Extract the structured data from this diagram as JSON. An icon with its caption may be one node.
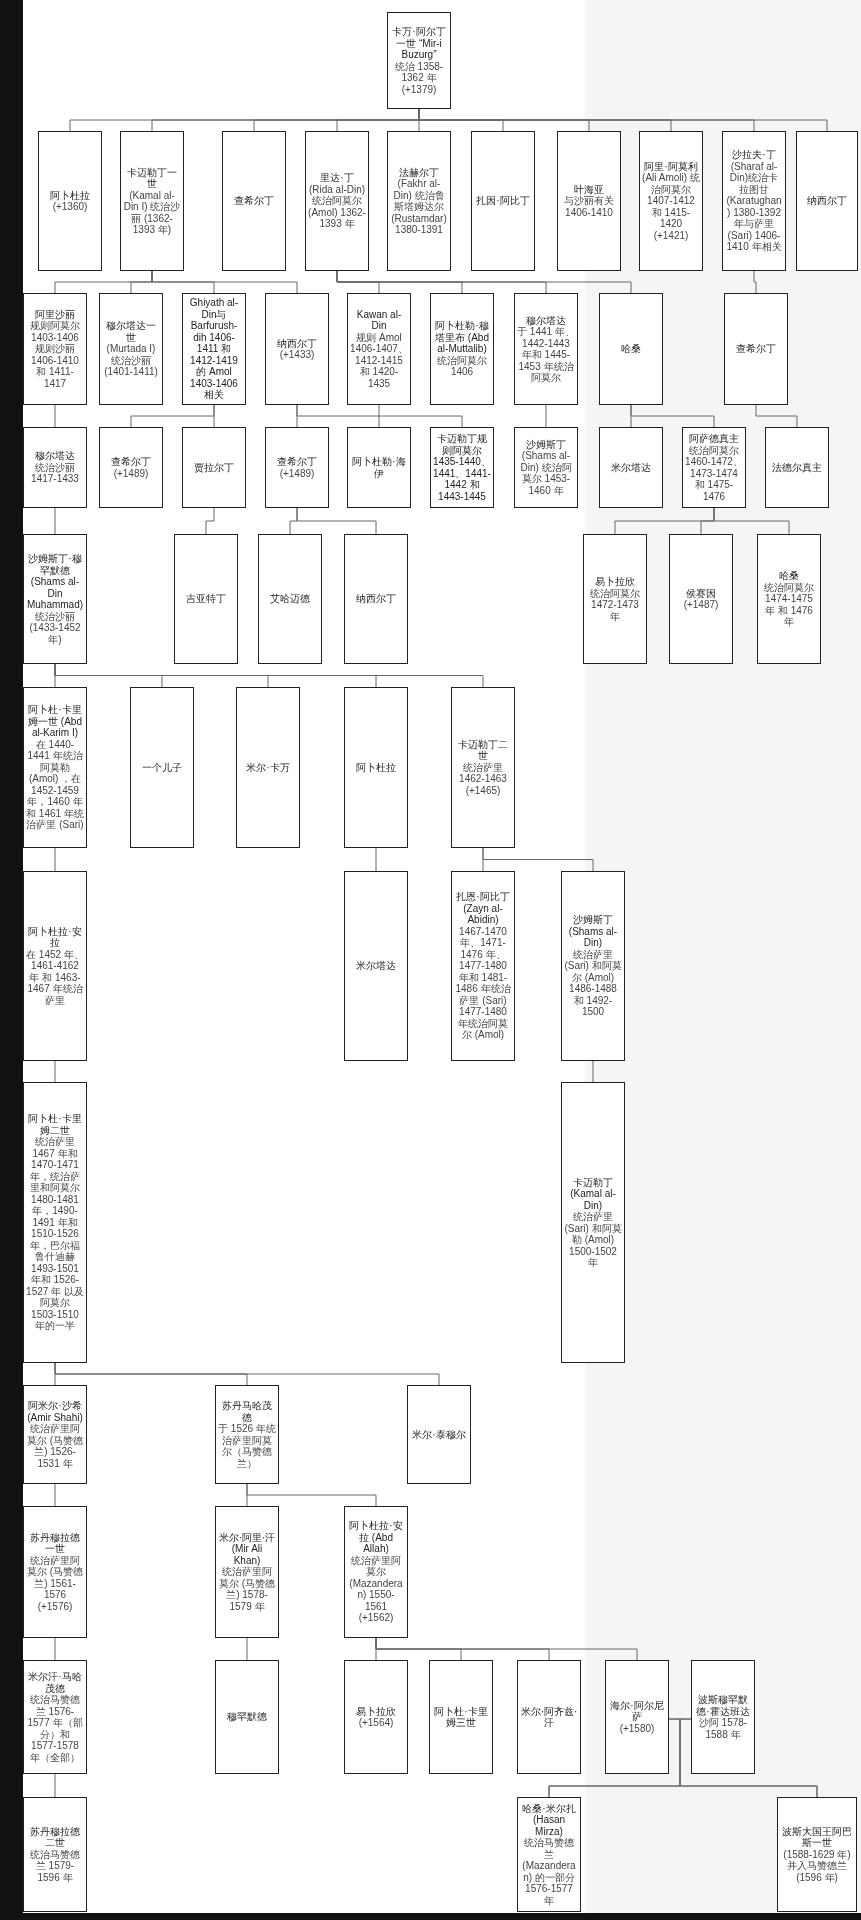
{
  "diagram": {
    "nodes": [
      {
        "text": [
          "卡万·阿尔丁一世 “Mir-i Buzurg”",
          "统治 1358-1362 年 (+1379)"
        ]
      },
      {
        "text": [
          "阿卜杜拉",
          "(+1360)"
        ]
      },
      {
        "text": [
          "卡迈勒丁一世",
          "(Kamal al-Din I) 统治沙丽 (1362-1393 年)"
        ]
      },
      {
        "text": [
          "查希尔丁"
        ]
      },
      {
        "text": [
          "里达·丁",
          "(Rida al-Din) 统治阿莫尔 (Amol) 1362-1393 年"
        ]
      },
      {
        "text": [
          "法赫尔丁",
          "(Fakhr al-Din) 统治鲁斯塔姆达尔 (Rustamdar) 1380-1391"
        ]
      },
      {
        "text": [
          "扎因·阿比丁"
        ]
      },
      {
        "text": [
          "叶海亚",
          "与沙丽有关 1406-1410"
        ]
      },
      {
        "text": [
          "阿里·阿莫利",
          "(Ali Amoli) 统治阿莫尔 1407-1412 和 1415-1420 (+1421)"
        ]
      },
      {
        "text": [
          "沙拉夫·丁",
          "(Sharaf al-Din)统治卡拉图甘 (Karatughan) 1380-1392 年与萨里 (Sari) 1406-1410 年相关"
        ]
      },
      {
        "text": [
          "纳西尔丁"
        ]
      },
      {
        "text": [
          "阿里沙丽",
          "规则阿莫尔 1403-1406 规则沙丽 1406-1410 和 1411-1417"
        ]
      },
      {
        "text": [
          "穆尔塔达一世",
          "(Murtada I)统治沙丽 (1401-1411)"
        ]
      },
      {
        "text": [
          "Ghiyath al-Din与 Barfurush-dih 1406-1411 和 1412-1419 的 Amol 1403-1406 相关"
        ]
      },
      {
        "text": [
          "纳西尔丁",
          "(+1433)"
        ]
      },
      {
        "text": [
          "Kawan al-Din",
          "规则 Amol 1406-1407、1412-1415 和 1420-1435"
        ]
      },
      {
        "text": [
          "阿卜杜勒·穆塔里布 (Abd al-Muttalib)",
          "统治阿莫尔 1406"
        ]
      },
      {
        "text": [
          "穆尔塔达",
          "于 1441 年、1442-1443 年和 1445-1453 年统治阿莫尔"
        ]
      },
      {
        "text": [
          "哈桑"
        ]
      },
      {
        "text": [
          "查希尔丁"
        ]
      },
      {
        "text": [
          "穆尔塔达",
          "统治沙丽 1417-1433"
        ]
      },
      {
        "text": [
          "查希尔丁",
          "(+1489)"
        ]
      },
      {
        "text": [
          "贾拉尔丁"
        ]
      },
      {
        "text": [
          "查希尔丁",
          "(+1489)"
        ]
      },
      {
        "text": [
          "阿卜杜勒·海伊"
        ]
      },
      {
        "text": [
          "卡迈勒丁规则阿莫尔 1435-1440、1441、1441-1442 和 1443-1445"
        ]
      },
      {
        "text": [
          "沙姆斯丁",
          "(Shams al-Din) 统治阿莫尔 1453-1460 年"
        ]
      },
      {
        "text": [
          "米尔塔达"
        ]
      },
      {
        "text": [
          "阿萨德真主",
          "统治阿莫尔 1460-1472、1473-1474 和 1475-1476"
        ]
      },
      {
        "text": [
          "法德尔真主"
        ]
      },
      {
        "text": [
          "沙姆斯丁·穆罕默德 (Shams al-Din Muhammad)",
          "统治沙丽 (1433-1452 年)"
        ]
      },
      {
        "text": [
          "吉亚特丁"
        ]
      },
      {
        "text": [
          "艾哈迈德"
        ]
      },
      {
        "text": [
          "纳西尔丁"
        ]
      },
      {
        "text": [
          "易卜拉欣",
          "统治阿莫尔 1472-1473 年"
        ]
      },
      {
        "text": [
          "侯赛因",
          "(+1487)"
        ]
      },
      {
        "text": [
          "哈桑",
          "统治阿莫尔 1474-1475 年 和 1476 年"
        ]
      },
      {
        "text": [
          "阿卜杜·卡里姆一世 (Abd al-Karim I)",
          "在 1440-1441 年统治阿莫勒 (Amol) ，在 1452-1459 年，1460 年和 1461 年统治萨里 (Sari)"
        ]
      },
      {
        "text": [
          "一个儿子"
        ]
      },
      {
        "text": [
          "米尔·卡万"
        ]
      },
      {
        "text": [
          "阿卜杜拉"
        ]
      },
      {
        "text": [
          "卡迈勒丁二世",
          "统治萨里 1462-1463 (+1465)"
        ]
      },
      {
        "text": [
          "阿卜杜拉·安拉",
          "在 1452 年、1461-4162 年 和 1463-1467 年统治萨里"
        ]
      },
      {
        "text": [
          "米尔塔达"
        ]
      },
      {
        "text": [
          "扎恩·阿比丁 (Zayn al-Abidin)",
          "1467-1470 年、1471-1476 年、1477-1480 年和 1481-1486 年统治萨里 (Sari) 1477-1480 年统治阿莫尔 (Amol)"
        ]
      },
      {
        "text": [
          "沙姆斯丁 (Shams al-Din)",
          "统治萨里 (Sari) 和阿莫尔 (Amol) 1486-1488 和 1492-1500"
        ]
      },
      {
        "text": [
          "阿卜杜·卡里姆二世",
          "统治萨里 1467 年和 1470-1471 年，统治萨里和阿莫尔 1480-1481 年，1490-1491 年和 1510-1526 年，巴尔福鲁什迪赫 1493-1501 年和 1526-1527 年 以及阿莫尔 1503-1510 年的一半"
        ]
      },
      {
        "text": [
          "卡迈勒丁 (Kamal al-Din)",
          "统治萨里 (Sari) 和阿莫勒 (Amol) 1500-1502 年"
        ]
      },
      {
        "text": [
          "阿米尔·沙希 (Amir Shahi)",
          "统治萨里阿莫尔 (马赞德兰) 1526-1531 年"
        ]
      },
      {
        "text": [
          "苏丹马哈茂德",
          "于 1526 年统治萨里阿莫尔（马赞德兰）"
        ]
      },
      {
        "text": [
          "米尔·泰穆尔"
        ]
      },
      {
        "text": [
          "苏丹穆拉德一世",
          "统治萨里阿莫尔 (马赞德兰) 1561-1576 (+1576)"
        ]
      },
      {
        "text": [
          "米尔·阿里·汗 (Mir Ali Khan)",
          "统治萨里阿莫尔 (马赞德兰) 1578-1579 年"
        ]
      },
      {
        "text": [
          "阿卜杜拉·安拉 (Abd Allah)",
          "统治萨里阿莫尔 (Mazanderan) 1550-1561 (+1562)"
        ]
      },
      {
        "text": [
          "米尔汗·马哈茂德",
          "统治马赞德兰 1576-1577 年（部分）和 1577-1578 年（全部）"
        ]
      },
      {
        "text": [
          "穆罕默德"
        ]
      },
      {
        "text": [
          "易卜拉欣",
          "(+1564)"
        ]
      },
      {
        "text": [
          "阿卜杜·卡里姆三世"
        ]
      },
      {
        "text": [
          "米尔·阿齐兹·汗"
        ]
      },
      {
        "text": [
          "海尔·阿尔尼萨",
          "(+1580)"
        ]
      },
      {
        "text": [
          "波斯穆罕默德·霍达班达",
          "沙阿 1578-1588 年"
        ]
      },
      {
        "text": [
          "苏丹穆拉德二世",
          "统治马赞德兰 1579-1596 年"
        ]
      },
      {
        "text": [
          "哈桑·米尔扎 (Hasan Mirza)",
          "统治马赞德兰 (Mazanderan) 的一部分 1576-1577 年"
        ]
      },
      {
        "text": [
          "波斯大国王阿巴斯一世",
          "(1588-1629 年)并入马赞德兰 (1596 年)"
        ]
      }
    ],
    "edges": [
      {
        "from": 0,
        "to": 1,
        "arrow": "none"
      },
      {
        "from": 0,
        "to": 2,
        "arrow": "none"
      },
      {
        "from": 0,
        "to": 3,
        "arrow": "none"
      },
      {
        "from": 0,
        "to": 4,
        "arrow": "none"
      },
      {
        "from": 0,
        "to": 5,
        "arrow": "none"
      },
      {
        "from": 0,
        "to": 6,
        "arrow": "none"
      },
      {
        "from": 0,
        "to": 7,
        "arrow": "none"
      },
      {
        "from": 0,
        "to": 8,
        "arrow": "none"
      },
      {
        "from": 0,
        "to": 9,
        "arrow": "none"
      },
      {
        "from": 0,
        "to": 10,
        "arrow": "none"
      },
      {
        "from": 2,
        "to": 11,
        "arrow": "none"
      },
      {
        "from": 2,
        "to": 12,
        "arrow": "none"
      },
      {
        "from": 2,
        "to": 13,
        "arrow": "none"
      },
      {
        "from": 2,
        "to": 14,
        "arrow": "none"
      },
      {
        "from": 4,
        "to": 15,
        "arrow": "none"
      },
      {
        "from": 4,
        "to": 16,
        "arrow": "none"
      },
      {
        "from": 4,
        "to": 17,
        "arrow": "none"
      },
      {
        "from": 4,
        "to": 18,
        "arrow": "none"
      },
      {
        "from": 9,
        "to": 19,
        "arrow": "none"
      },
      {
        "from": 11,
        "to": 20,
        "arrow": "none"
      },
      {
        "from": 13,
        "to": 21,
        "arrow": "none"
      },
      {
        "from": 13,
        "to": 22,
        "arrow": "none"
      },
      {
        "from": 14,
        "to": 23,
        "arrow": "none"
      },
      {
        "from": 14,
        "to": 24,
        "arrow": "none"
      },
      {
        "from": 15,
        "to": 25,
        "arrow": "none"
      },
      {
        "from": 17,
        "to": 26,
        "arrow": "none"
      },
      {
        "from": 18,
        "to": 27,
        "arrow": "none"
      },
      {
        "from": 18,
        "to": 28,
        "arrow": "none"
      },
      {
        "from": 19,
        "to": 29,
        "arrow": "none"
      },
      {
        "from": 20,
        "to": 30,
        "arrow": "none"
      },
      {
        "from": 22,
        "to": 31,
        "arrow": "none"
      },
      {
        "from": 23,
        "to": 32,
        "arrow": "none"
      },
      {
        "from": 23,
        "to": 33,
        "arrow": "none"
      },
      {
        "from": 28,
        "to": 34,
        "arrow": "none"
      },
      {
        "from": 28,
        "to": 35,
        "arrow": "none"
      },
      {
        "from": 28,
        "to": 36,
        "arrow": "none"
      },
      {
        "from": 30,
        "to": 37,
        "arrow": "none"
      },
      {
        "from": 30,
        "to": 38,
        "arrow": "none"
      },
      {
        "from": 30,
        "to": 39,
        "arrow": "none"
      },
      {
        "from": 30,
        "to": 40,
        "arrow": "none"
      },
      {
        "from": 30,
        "to": 41,
        "arrow": "none"
      },
      {
        "from": 37,
        "to": 42,
        "arrow": "none"
      },
      {
        "from": 40,
        "to": 43,
        "arrow": "none"
      },
      {
        "from": 41,
        "to": 44,
        "arrow": "none"
      },
      {
        "from": 41,
        "to": 45,
        "arrow": "none"
      },
      {
        "from": 42,
        "to": 46,
        "arrow": "none"
      },
      {
        "from": 45,
        "to": 47,
        "arrow": "none"
      },
      {
        "from": 46,
        "to": 48,
        "arrow": "none"
      },
      {
        "from": 46,
        "to": 49,
        "arrow": "none"
      },
      {
        "from": 46,
        "to": 50,
        "arrow": "none"
      },
      {
        "from": 48,
        "to": 51,
        "arrow": "none"
      },
      {
        "from": 49,
        "to": 52,
        "arrow": "none"
      },
      {
        "from": 49,
        "to": 53,
        "arrow": "none"
      },
      {
        "from": 51,
        "to": 54,
        "arrow": "none"
      },
      {
        "from": 52,
        "to": 55,
        "arrow": "none"
      },
      {
        "from": 53,
        "to": 56,
        "arrow": "none"
      },
      {
        "from": 53,
        "to": 57,
        "arrow": "none"
      },
      {
        "from": 53,
        "to": 58,
        "arrow": "none"
      },
      {
        "from": 53,
        "to": 59,
        "arrow": "none"
      },
      {
        "from": 54,
        "to": 61,
        "arrow": "none"
      },
      {
        "from": 59,
        "to": 62,
        "arrow": "none"
      },
      {
        "from": 59,
        "to": 63,
        "arrow": "none"
      },
      {
        "from": 60,
        "to": 62,
        "arrow": "none"
      },
      {
        "from": 60,
        "to": 63,
        "arrow": "none"
      }
    ]
  }
}
